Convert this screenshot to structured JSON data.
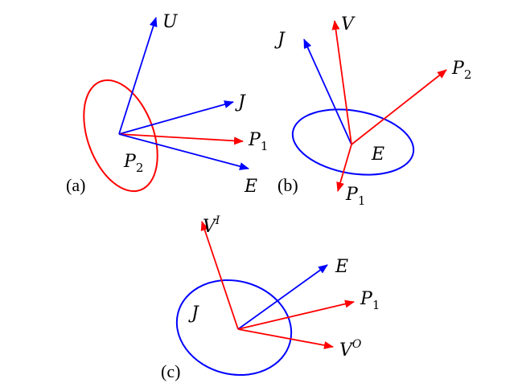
{
  "colors": {
    "red": "#ff0000",
    "blue": "#0000ff"
  },
  "panels": {
    "a": {
      "tag": "(a)",
      "ellipse_label": {
        "main": "P",
        "sub": "2"
      },
      "labels": {
        "U": {
          "main": "U"
        },
        "J": {
          "main": "J"
        },
        "P1": {
          "main": "P",
          "sub": "1"
        },
        "E": {
          "main": "E"
        }
      }
    },
    "b": {
      "tag": "(b)",
      "ellipse_label": {
        "main": "E"
      },
      "labels": {
        "J": {
          "main": "J"
        },
        "V": {
          "main": "V"
        },
        "P2": {
          "main": "P",
          "sub": "2"
        },
        "P1": {
          "main": "P",
          "sub": "1"
        }
      }
    },
    "c": {
      "tag": "(c)",
      "ellipse_label": {
        "main": "J"
      },
      "labels": {
        "VI": {
          "main": "V",
          "sup": "I"
        },
        "E": {
          "main": "E"
        },
        "P1": {
          "main": "P",
          "sub": "1"
        },
        "VO": {
          "main": "V",
          "sup": "O"
        }
      }
    }
  }
}
